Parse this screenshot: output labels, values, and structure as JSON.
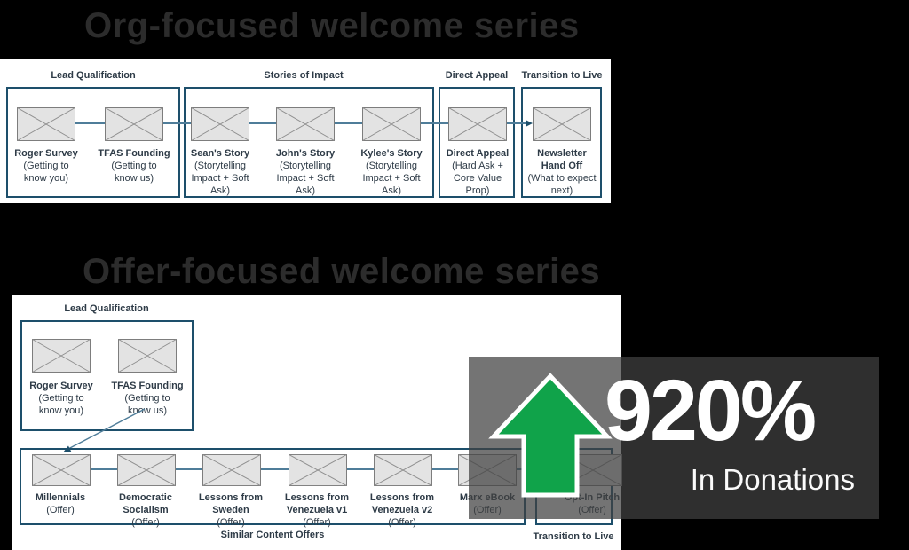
{
  "titles": {
    "org": "Org-focused welcome series",
    "offer": "Offer-focused welcome series"
  },
  "org_series": {
    "sections": [
      {
        "label": "Lead Qualification"
      },
      {
        "label": "Stories of Impact"
      },
      {
        "label": "Direct Appeal"
      },
      {
        "label": "Transition to Live"
      }
    ],
    "emails": [
      {
        "name": "Roger Survey",
        "sub": "(Getting to\nknow you)"
      },
      {
        "name": "TFAS Founding",
        "sub": "(Getting to\nknow us)"
      },
      {
        "name": "Sean's Story",
        "sub": "(Storytelling\nImpact + Soft\nAsk)"
      },
      {
        "name": "John's Story",
        "sub": "(Storytelling\nImpact + Soft\nAsk)"
      },
      {
        "name": "Kylee's Story",
        "sub": "(Storytelling\nImpact + Soft\nAsk)"
      },
      {
        "name": "Direct Appeal",
        "sub": "(Hard Ask +\nCore Value\nProp)"
      },
      {
        "name": "Newsletter\nHand Off",
        "sub": "(What to expect\nnext)"
      }
    ]
  },
  "offer_series": {
    "top_section": {
      "label": "Lead Qualification"
    },
    "top_emails": [
      {
        "name": "Roger Survey",
        "sub": "(Getting to\nknow you)"
      },
      {
        "name": "TFAS Founding",
        "sub": "(Getting to\nknow us)"
      }
    ],
    "bottom_emails": [
      {
        "name": "Millennials",
        "sub": "(Offer)"
      },
      {
        "name": "Democratic\nSocialism",
        "sub": "(Offer)"
      },
      {
        "name": "Lessons from\nSweden",
        "sub": "(Offer)"
      },
      {
        "name": "Lessons from\nVenezuela v1",
        "sub": "(Offer)"
      },
      {
        "name": "Lessons from\nVenezuela v2",
        "sub": "(Offer)"
      },
      {
        "name": "Marx eBook",
        "sub": "(Offer)"
      },
      {
        "name": "Opt-In Pitch",
        "sub": "(Offer)"
      }
    ],
    "bottom_sections": [
      {
        "label": "Similar Content Offers"
      },
      {
        "label": "Transition to Live"
      }
    ]
  },
  "stat": {
    "value": "920%",
    "caption": "In Donations"
  },
  "colors": {
    "background": "#000000",
    "canvas": "#ffffff",
    "box_border": "#1d4f6b",
    "connector": "#4f7d99",
    "envelope_fill": "#e3e3e3",
    "label_text": "#2e3b47",
    "title_text": "#2c2c2c",
    "arrow_green": "#10a34a",
    "stat_text": "#ffffff"
  }
}
